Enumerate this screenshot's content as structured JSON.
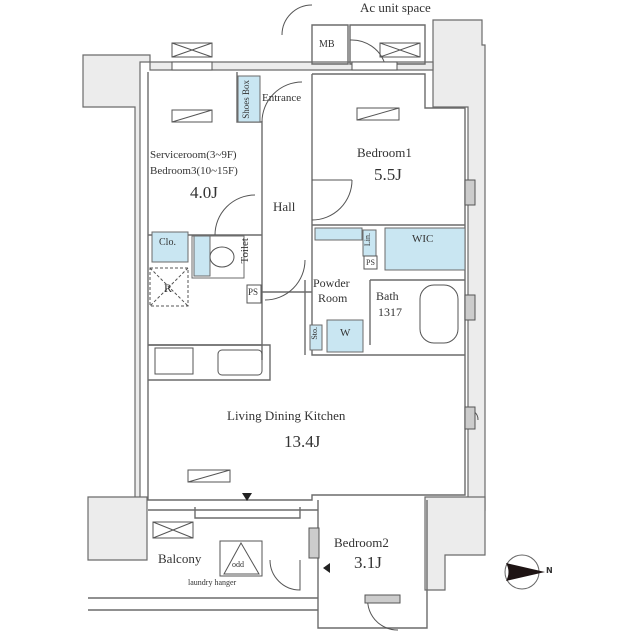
{
  "floor_plan": {
    "colors": {
      "wall_fill": "#ececec",
      "wall_line": "#6b6b6b",
      "wet_area": "#c9e6f2",
      "background": "#ffffff",
      "text": "#333333"
    },
    "annotations": {
      "ac_unit_space": "Ac unit space",
      "mb": "MB",
      "entrance": "Entrance",
      "shoes_box": "Shoes Box",
      "hall": "Hall",
      "closet": "Clo.",
      "toilet": "Toilet",
      "ps_1": "PS",
      "ps_2": "PS",
      "refrigerator": "R",
      "linen": "Lin.",
      "wic": "WIC",
      "storage": "Sto.",
      "washer": "W",
      "odd": "odd",
      "laundry_hanger": "laundry hanger"
    },
    "rooms": {
      "serviceroom": {
        "name_line1": "Serviceroom(3~9F)",
        "name_line2": "Bedroom3(10~15F)",
        "size": "4.0J"
      },
      "bedroom1": {
        "name": "Bedroom1",
        "size": "5.5J"
      },
      "powder_room": {
        "name_line1": "Powder",
        "name_line2": "Room"
      },
      "bath": {
        "name": "Bath",
        "size": "1317"
      },
      "ldk": {
        "name": "Living Dining Kitchen",
        "size": "13.4J"
      },
      "bedroom2": {
        "name": "Bedroom2",
        "size": "3.1J"
      },
      "balcony": {
        "name": "Balcony"
      }
    },
    "compass": {
      "direction_label": "N"
    }
  }
}
